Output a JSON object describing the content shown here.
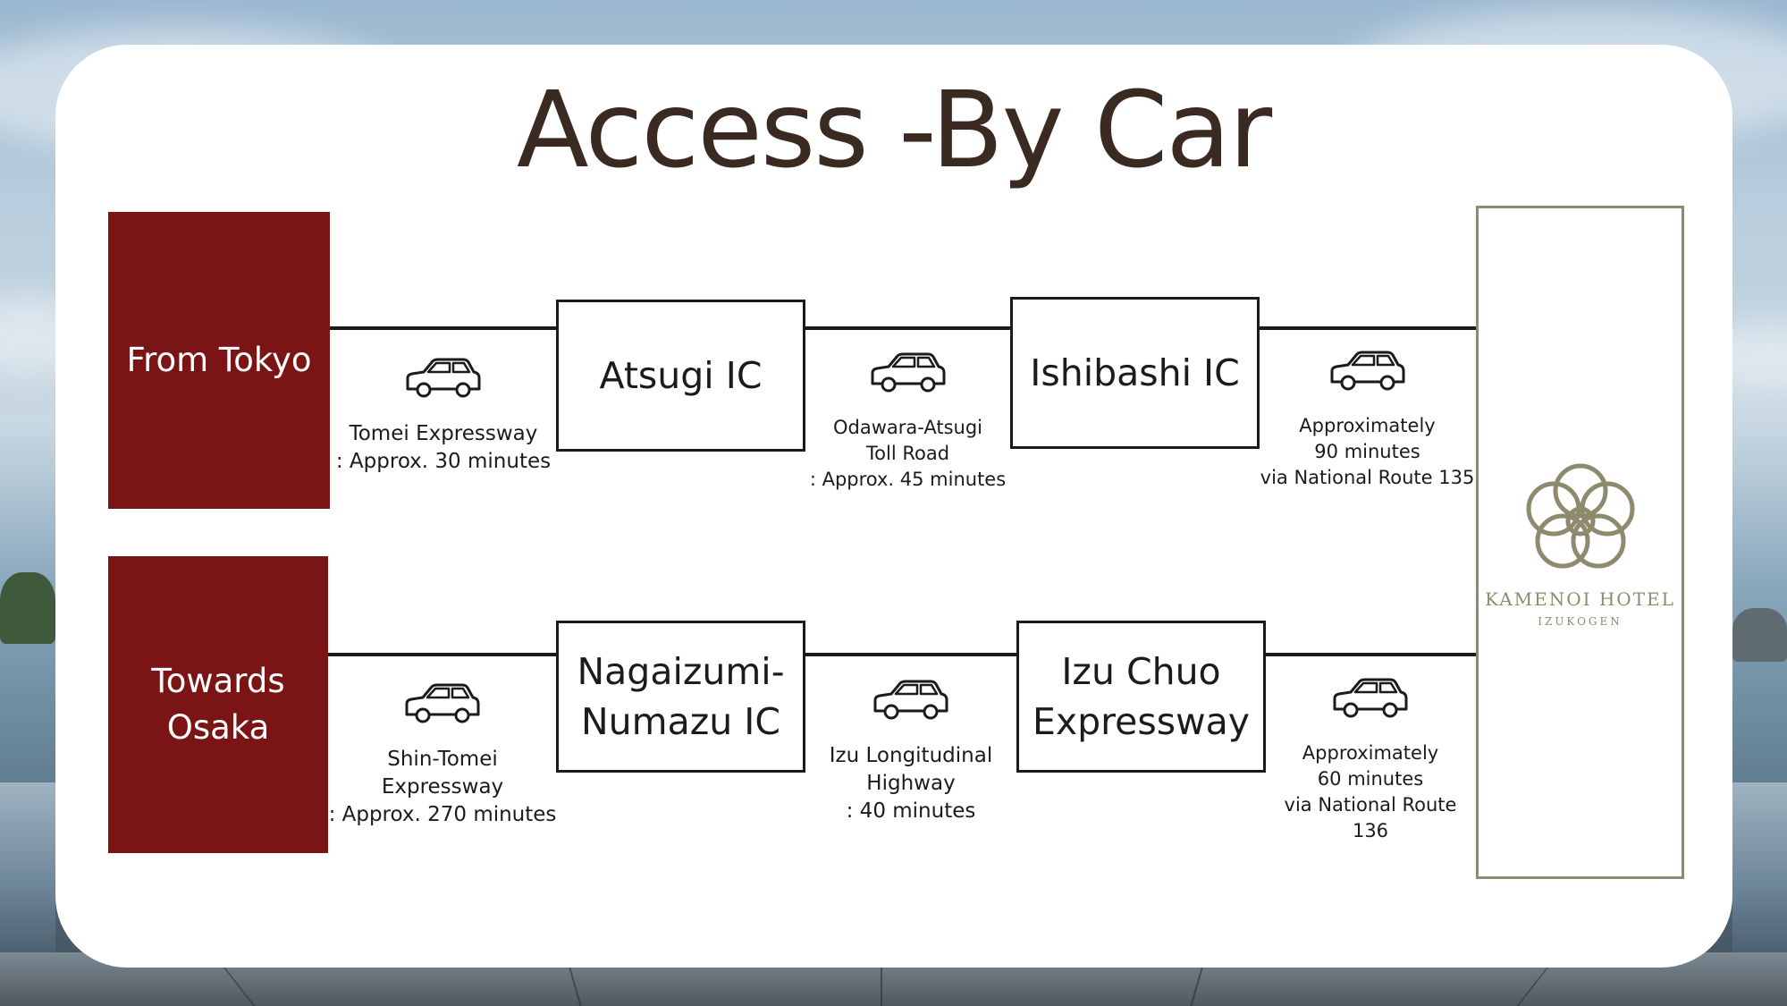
{
  "title": "Access -By Car",
  "colors": {
    "origin_fill": "#7b1515",
    "title_text": "#3b2a22",
    "hotel_gold": "#8d8a6e",
    "line": "#1b1b1b"
  },
  "routes": {
    "tokyo": {
      "origin": "From Tokyo",
      "seg1": "Tomei Expressway\n: Approx. 30 minutes",
      "node1": "Atsugi IC",
      "seg2": "Odawara-Atsugi\nToll Road\n: Approx. 45 minutes",
      "node2": "Ishibashi IC",
      "seg3": "Approximately\n90 minutes\nvia National Route 135"
    },
    "osaka": {
      "origin": "Towards\nOsaka",
      "seg1": "Shin-Tomei\nExpressway\n: Approx. 270 minutes",
      "node1": "Nagaizumi-\nNumazu IC",
      "seg2": "Izu Longitudinal\nHighway\n: 40 minutes",
      "node2": "Izu Chuo\nExpressway",
      "seg3": "Approximately\n60 minutes\nvia National Route 136"
    }
  },
  "icons": {
    "car": "car-icon",
    "logo": "kamenoi-knot-logo"
  },
  "hotel": {
    "name": "KAMENOI HOTEL",
    "sub": "IZUKOGEN"
  }
}
